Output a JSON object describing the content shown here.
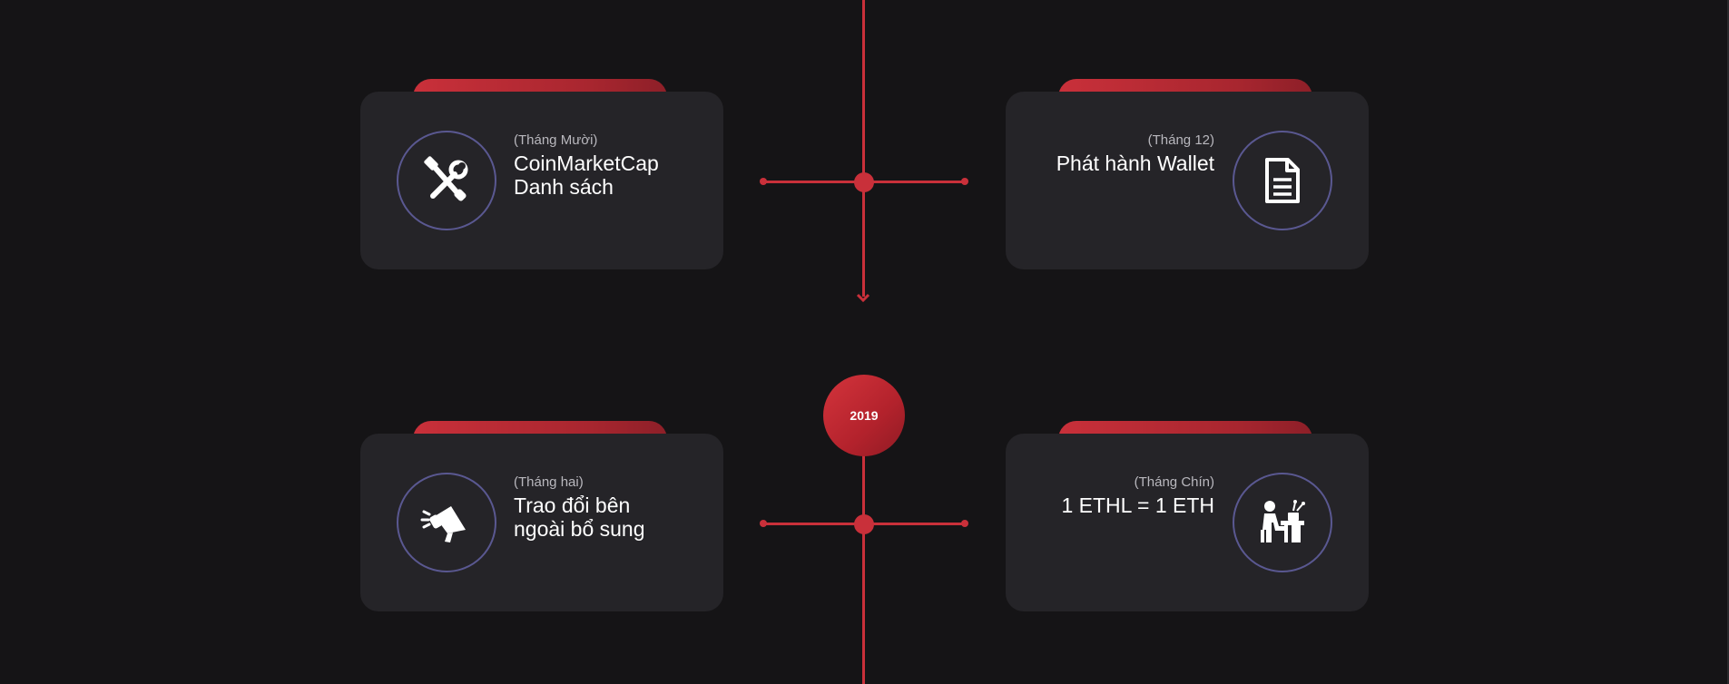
{
  "accent_color": "#c9303a",
  "timeline": {
    "year_label": "2019",
    "cards": [
      {
        "month": "(Tháng Mười)",
        "title": "CoinMarketCap\nDanh sách",
        "icon": "tools-icon"
      },
      {
        "month": "(Tháng 12)",
        "title": "Phát hành Wallet",
        "icon": "document-icon"
      },
      {
        "month": "(Tháng hai)",
        "title": "Trao đổi bên\nngoài bổ sung",
        "icon": "megaphone-icon"
      },
      {
        "month": "(Tháng Chín)",
        "title": "1 ETHL = 1 ETH",
        "icon": "person-at-desk-icon"
      }
    ]
  }
}
